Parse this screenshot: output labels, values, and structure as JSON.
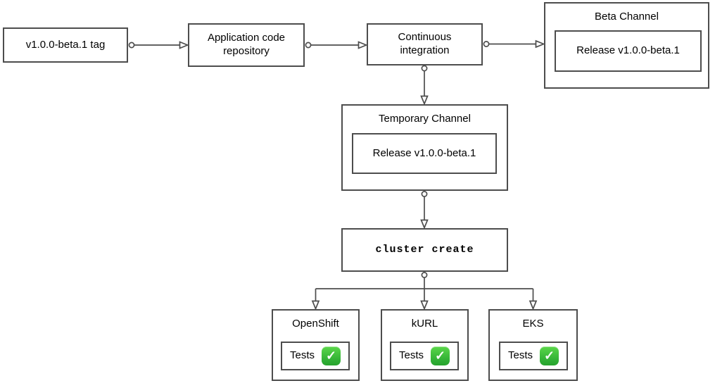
{
  "diagram": {
    "nodes": {
      "tag": {
        "label": "v1.0.0-beta.1 tag"
      },
      "repo": {
        "label": "Application code repository"
      },
      "ci": {
        "label": "Continuous integration"
      },
      "beta_channel": {
        "title": "Beta Channel",
        "release_label": "Release v1.0.0-beta.1"
      },
      "temp_channel": {
        "title": "Temporary Channel",
        "release_label": "Release v1.0.0-beta.1"
      },
      "cluster_create": {
        "label": "cluster create"
      }
    },
    "platforms": [
      {
        "title": "OpenShift",
        "tests_label": "Tests"
      },
      {
        "title": "kURL",
        "tests_label": "Tests"
      },
      {
        "title": "EKS",
        "tests_label": "Tests"
      }
    ],
    "icons": {
      "check": "✓"
    },
    "colors": {
      "box_border": "#4d4d4d",
      "connector_line": "#4d4d4d",
      "check_bg": "#32b53a",
      "check_mark": "#ffffff",
      "background": "#ffffff",
      "text": "#000000"
    }
  }
}
